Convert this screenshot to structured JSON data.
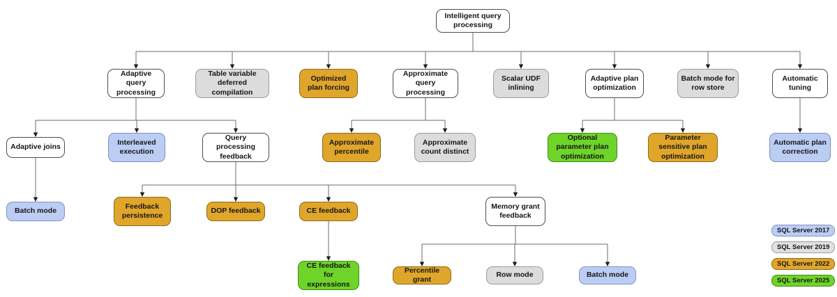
{
  "diagram": {
    "nodes": [
      {
        "id": "root",
        "label": "Intelligent query processing",
        "version": "base"
      },
      {
        "id": "aqp",
        "label": "Adaptive query processing",
        "version": "base"
      },
      {
        "id": "tvdc",
        "label": "Table variable deferred compilation",
        "version": "2019"
      },
      {
        "id": "opf",
        "label": "Optimized plan forcing",
        "version": "2022"
      },
      {
        "id": "aqpr",
        "label": "Approximate query processing",
        "version": "base"
      },
      {
        "id": "sudf",
        "label": "Scalar UDF inlining",
        "version": "2019"
      },
      {
        "id": "apo",
        "label": "Adaptive plan optimization",
        "version": "base"
      },
      {
        "id": "bmrs",
        "label": "Batch mode for row store",
        "version": "2019"
      },
      {
        "id": "at",
        "label": "Automatic tuning",
        "version": "base"
      },
      {
        "id": "aj",
        "label": "Adaptive joins",
        "version": "base"
      },
      {
        "id": "ie",
        "label": "Interleaved execution",
        "version": "2017"
      },
      {
        "id": "qpf",
        "label": "Query processing feedback",
        "version": "base"
      },
      {
        "id": "ap",
        "label": "Approximate percentile",
        "version": "2022"
      },
      {
        "id": "acd",
        "label": "Approximate count distinct",
        "version": "2019"
      },
      {
        "id": "oppo",
        "label": "Optional parameter plan optimization",
        "version": "2025"
      },
      {
        "id": "pspo",
        "label": "Parameter sensitive plan optimization",
        "version": "2022"
      },
      {
        "id": "apc",
        "label": "Automatic plan correction",
        "version": "2017"
      },
      {
        "id": "bm1",
        "label": "Batch mode",
        "version": "2017"
      },
      {
        "id": "fp",
        "label": "Feedback persistence",
        "version": "2022"
      },
      {
        "id": "dop",
        "label": "DOP feedback",
        "version": "2022"
      },
      {
        "id": "cef",
        "label": "CE feedback",
        "version": "2022"
      },
      {
        "id": "mgf",
        "label": "Memory grant feedback",
        "version": "base"
      },
      {
        "id": "cefe",
        "label": "CE feedback for expressions",
        "version": "2025"
      },
      {
        "id": "pg",
        "label": "Percentile grant",
        "version": "2022"
      },
      {
        "id": "rm",
        "label": "Row mode",
        "version": "2019"
      },
      {
        "id": "bm2",
        "label": "Batch mode",
        "version": "2017"
      }
    ],
    "edges": [
      {
        "from": "root",
        "to": [
          "aqp",
          "tvdc",
          "opf",
          "aqpr",
          "sudf",
          "apo",
          "bmrs",
          "at"
        ]
      },
      {
        "from": "aqp",
        "to": [
          "aj",
          "ie",
          "qpf"
        ]
      },
      {
        "from": "aqpr",
        "to": [
          "ap",
          "acd"
        ]
      },
      {
        "from": "apo",
        "to": [
          "oppo",
          "pspo"
        ]
      },
      {
        "from": "at",
        "to": [
          "apc"
        ]
      },
      {
        "from": "aj",
        "to": [
          "bm1"
        ]
      },
      {
        "from": "qpf",
        "to": [
          "fp",
          "dop",
          "cef",
          "mgf"
        ]
      },
      {
        "from": "cef",
        "to": [
          "cefe"
        ]
      },
      {
        "from": "mgf",
        "to": [
          "pg",
          "rm",
          "bm2"
        ]
      }
    ]
  },
  "legend": {
    "items": [
      {
        "label": "SQL Server 2017",
        "version": "2017",
        "color": "#bccdf4"
      },
      {
        "label": "SQL Server 2019",
        "version": "2019",
        "color": "#e0e0e0"
      },
      {
        "label": "SQL Server 2022",
        "version": "2022",
        "color": "#e0a62b"
      },
      {
        "label": "SQL Server 2025",
        "version": "2025",
        "color": "#6ed42a"
      }
    ]
  },
  "colors": {
    "base": "#ffffff",
    "2017": "#bccdf4",
    "2019": "#dcdcdc",
    "2022": "#e0a62b",
    "2025": "#6ed42a"
  }
}
